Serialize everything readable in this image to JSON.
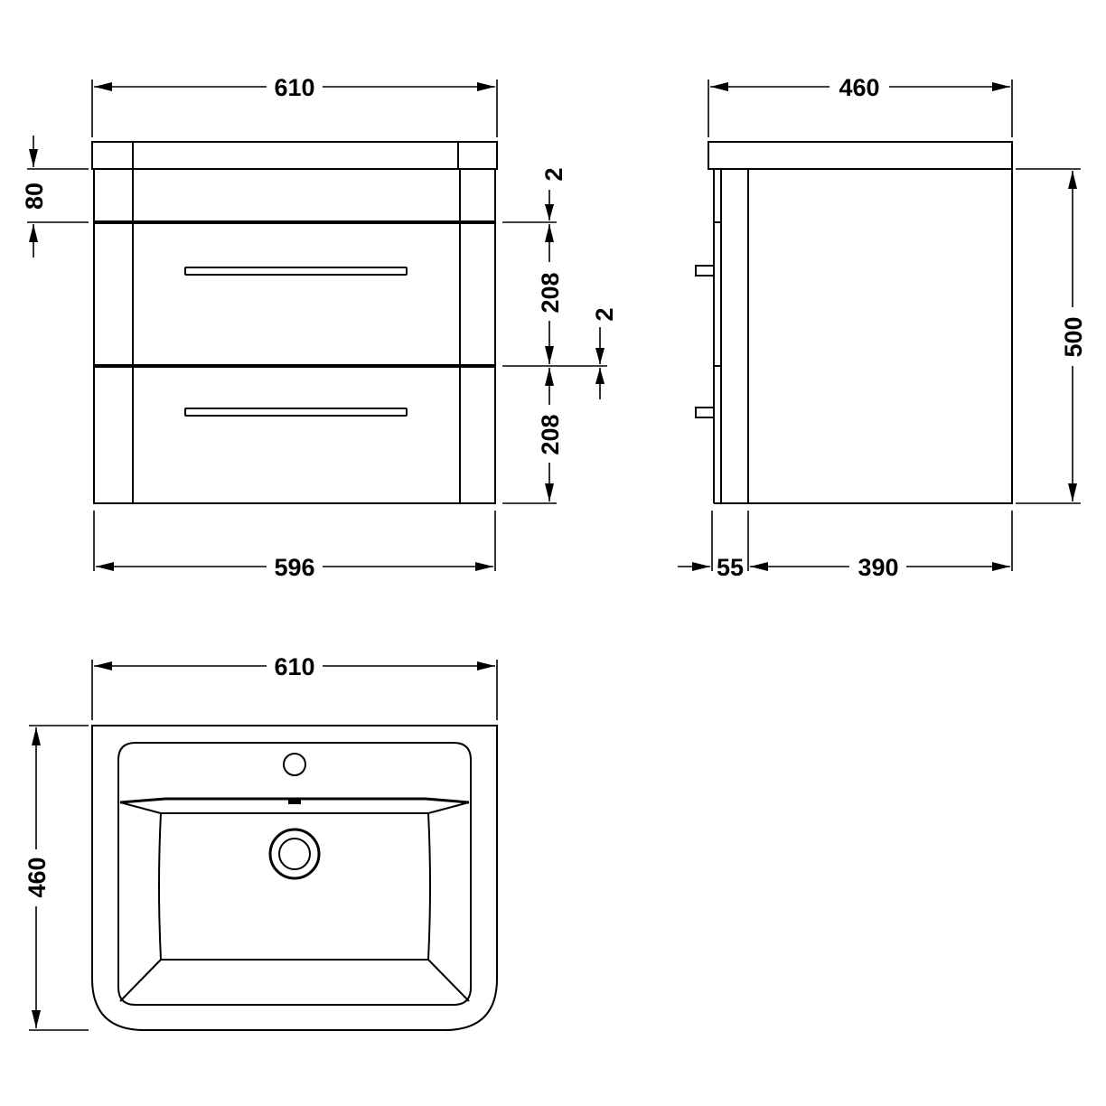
{
  "front_view": {
    "top_width": "610",
    "base_width": "596",
    "top_height": "80",
    "gap_top": "2",
    "drawer_1_height": "208",
    "gap_middle": "2",
    "drawer_2_height": "208"
  },
  "side_view": {
    "top_depth": "460",
    "total_height": "500",
    "drawer_front_depth": "55",
    "carcass_depth": "390"
  },
  "basin_plan": {
    "width": "610",
    "depth": "460"
  }
}
